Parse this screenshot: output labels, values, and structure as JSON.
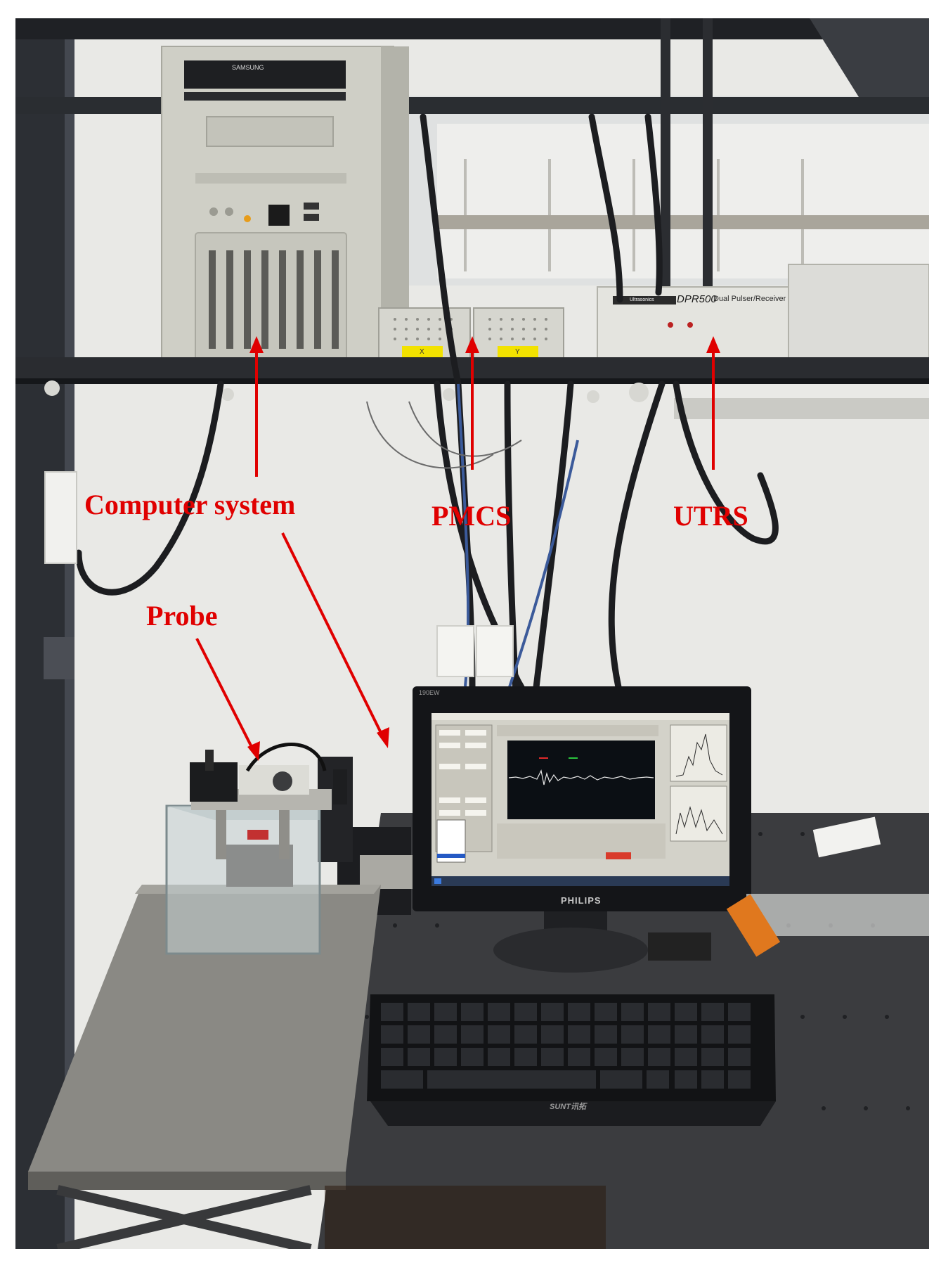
{
  "annotations": {
    "computer_system": "Computer system",
    "pmcs": "PMCS",
    "utrs": "UTRS",
    "probe": "Probe"
  },
  "equipment_text": {
    "drive_brand": "SAMSUNG",
    "receiver_model": "DPR500",
    "receiver_desc": "Dual Pulser/Receiver",
    "receiver_brand": "Ultrasonics",
    "axis_x": "X",
    "axis_y": "Y",
    "monitor_model": "190EW",
    "monitor_brand": "PHILIPS",
    "keyboard_brand": "SUNT讯拓"
  },
  "colors": {
    "annotation_red": "#e00000",
    "axis_box_yellow": "#f2e200",
    "scope_background": "#0b0f14",
    "scope_trace": "#e8e8e8"
  }
}
